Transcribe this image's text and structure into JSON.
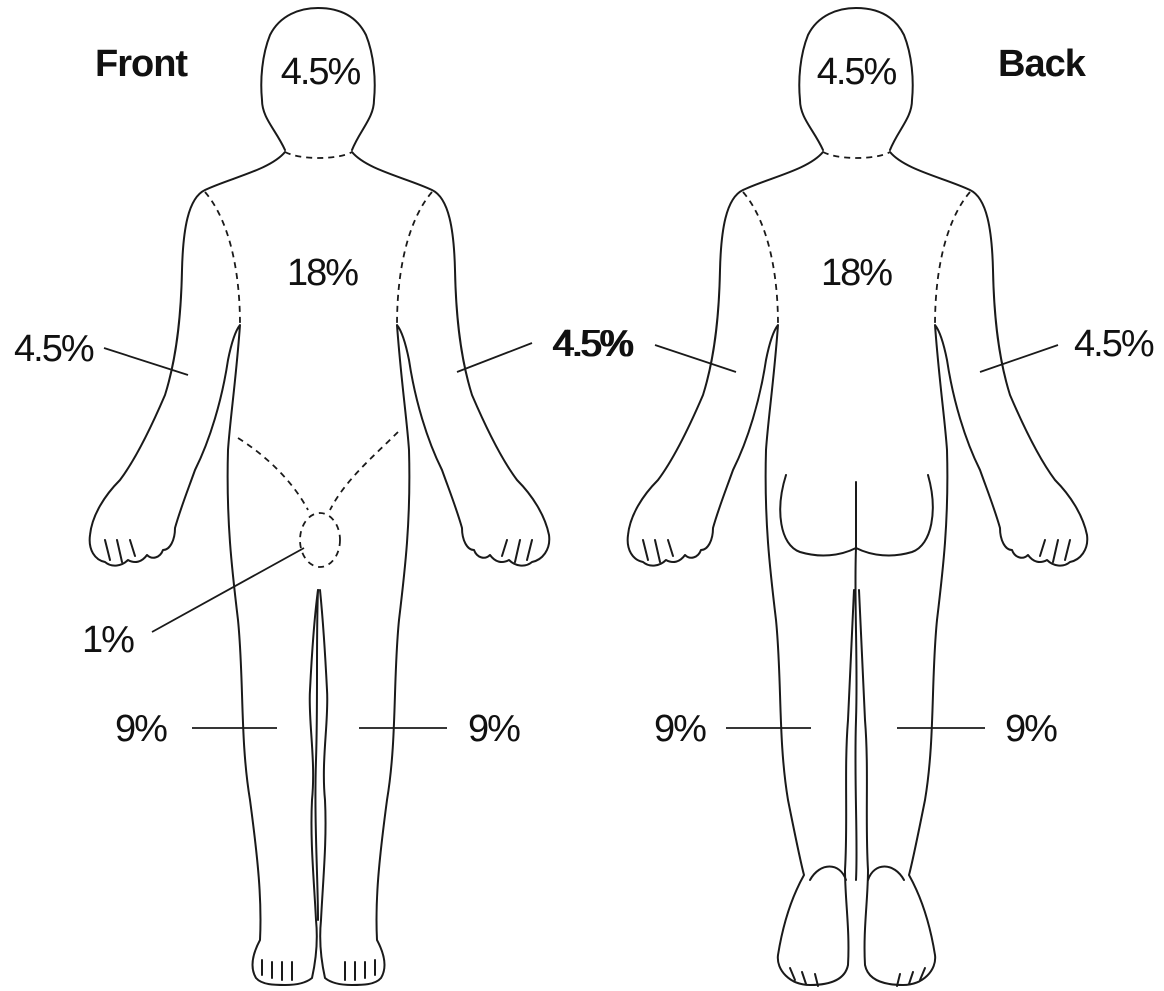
{
  "views": {
    "front": {
      "title": "Front",
      "labels": {
        "head": "4.5%",
        "trunk": "18%",
        "arm_right_side": "4.5%",
        "arm_left_side": "4.5%",
        "genitals": "1%",
        "leg_right_side": "9%",
        "leg_left_side": "9%"
      }
    },
    "back": {
      "title": "Back",
      "labels": {
        "head": "4.5%",
        "trunk": "18%",
        "arm_right_side": "4.5%",
        "arm_left_side": "4.5%",
        "leg_right_side": "9%",
        "leg_left_side": "9%"
      }
    }
  },
  "colors": {
    "line": "#1a1a1a",
    "background": "#ffffff"
  }
}
